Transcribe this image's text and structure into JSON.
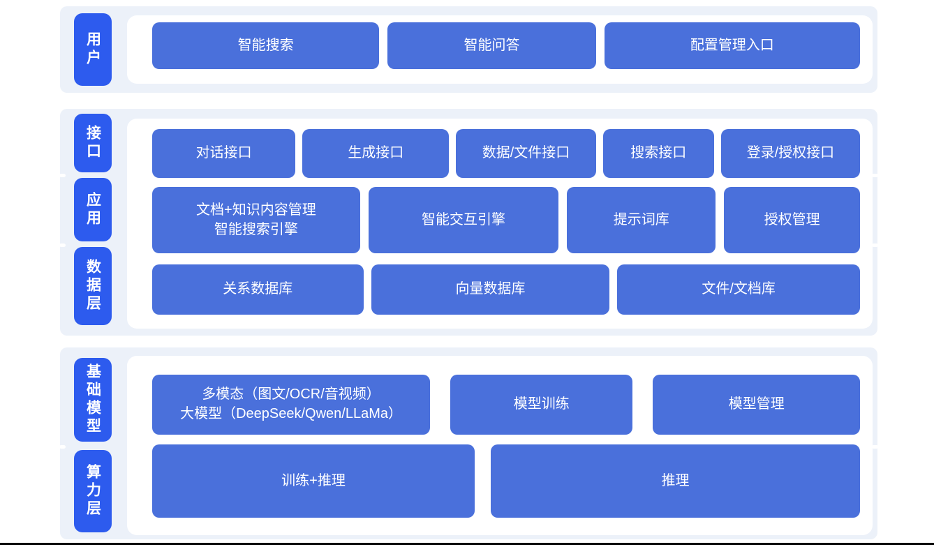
{
  "colors": {
    "layer_pill_blue": "#2d5bee",
    "node_blue": "#4a70db",
    "section_background": "#ecf1f9",
    "panel_background": "#ffffff",
    "node_text": "#ffffff",
    "bottom_line": "#0c0c0c"
  },
  "sections": [
    {
      "name": "user-layer",
      "labels": [
        {
          "text": "用户"
        }
      ],
      "rows": [
        {
          "buttons": [
            {
              "label": "智能搜索"
            },
            {
              "label": "智能问答"
            },
            {
              "label": "配置管理入口"
            }
          ]
        }
      ]
    },
    {
      "name": "interface-application-data-layers",
      "labels": [
        {
          "text": "接口"
        },
        {
          "text": "应用"
        },
        {
          "text": "数据层"
        }
      ],
      "rows": [
        {
          "buttons": [
            {
              "label": "对话接口"
            },
            {
              "label": "生成接口"
            },
            {
              "label": "数据/文件接口"
            },
            {
              "label": "搜索接口"
            },
            {
              "label": "登录/授权接口"
            }
          ]
        },
        {
          "buttons": [
            {
              "label": "文档+知识内容管理",
              "label2": "智能搜索引擎"
            },
            {
              "label": "智能交互引擎"
            },
            {
              "label": "提示词库"
            },
            {
              "label": "授权管理"
            }
          ]
        },
        {
          "buttons": [
            {
              "label": "关系数据库"
            },
            {
              "label": "向量数据库"
            },
            {
              "label": "文件/文档库"
            }
          ]
        }
      ]
    },
    {
      "name": "foundation-model-compute-layers",
      "labels": [
        {
          "text": "基础模型"
        },
        {
          "text": "算力层"
        }
      ],
      "rows": [
        {
          "buttons": [
            {
              "label": "多模态（图文/OCR/音视频）",
              "label2": "大模型（DeepSeek/Qwen/LLaMa）"
            },
            {
              "label": "模型训练"
            },
            {
              "label": "模型管理"
            }
          ]
        },
        {
          "buttons": [
            {
              "label": "训练+推理"
            },
            {
              "label": "推理"
            }
          ]
        }
      ]
    }
  ]
}
